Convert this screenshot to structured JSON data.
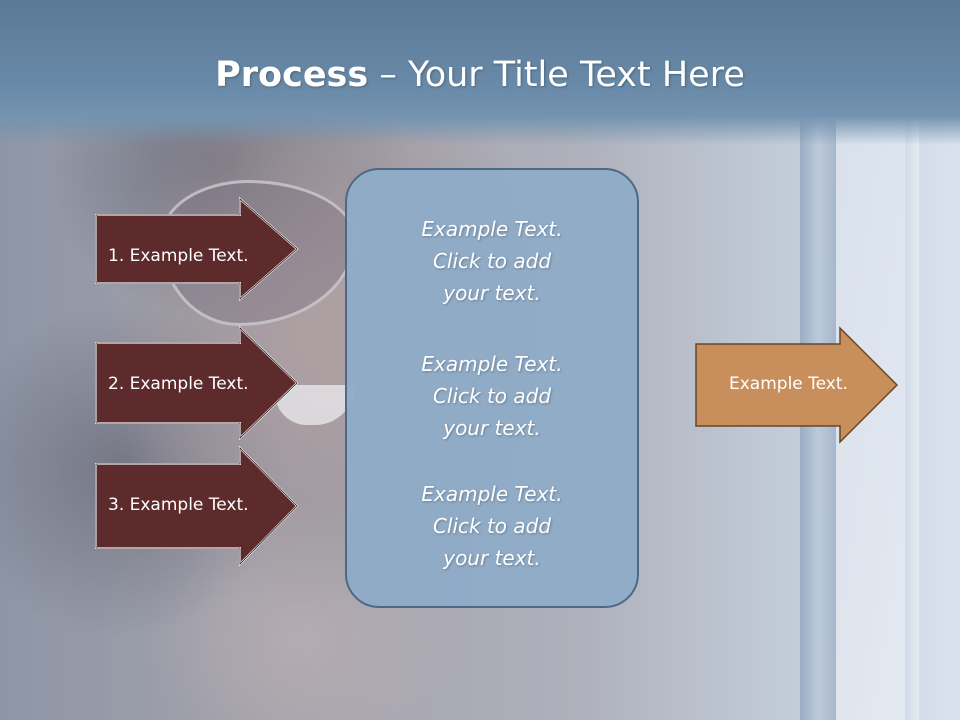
{
  "title": {
    "bold_part": "Process",
    "rest": " – Your Title Text Here"
  },
  "left_arrows": [
    {
      "label": "1. Example Text."
    },
    {
      "label": "2. Example Text."
    },
    {
      "label": "3. Example Text."
    }
  ],
  "center_items": [
    {
      "line1": "Example Text.",
      "line2": "Click  to add",
      "line3": "your text."
    },
    {
      "line1": "Example Text.",
      "line2": "Click  to add",
      "line3": "your text."
    },
    {
      "line1": "Example Text.",
      "line2": "Click  to add",
      "line3": "your text."
    }
  ],
  "right_arrow": {
    "label": "Example Text."
  },
  "colors": {
    "header": "#6788a6",
    "left_arrow_fill": "#5e2b2d",
    "center_box_fill": "#8facc8",
    "right_arrow_fill": "#c88f5c"
  }
}
